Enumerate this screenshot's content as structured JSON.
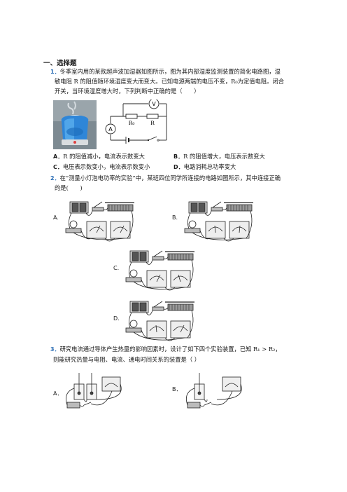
{
  "section": {
    "title": "一、选择题"
  },
  "q1": {
    "num": "1．",
    "line1": "冬季室内用的某款超声波加湿器如图所示，图为其内部湿度监测装置的简化电路图，湿",
    "line2": "敏电阻 R 的阻值随环境湿度变大而变大。已知电源两端的电压不变，R₀为定值电阻。闭合",
    "line3": "开关，当环境湿度增大时，下列判断中正确的是（　　）",
    "circuit": {
      "voltmeter": "V",
      "ammeter": "A",
      "r0": "R₀",
      "r": "R"
    },
    "optA_label": "A．",
    "optA": "R 的阻值减小，电流表示数变大",
    "optB_label": "B．",
    "optB": "R 的阻值增大，电压表示数变大",
    "optC_label": "C．",
    "optC": "电压表示数变小，电流表示数变小",
    "optD_label": "D．",
    "optD": "电路消耗总功率变大"
  },
  "q2": {
    "num": "2．",
    "line1": "在“测量小灯泡电功率的实验”中，某班四位同学所连接的电路如图所示，其中连接正确",
    "line2": "的是(　　)",
    "labelA": "A.",
    "labelB": "B.",
    "labelC": "C.",
    "labelD": "D."
  },
  "q3": {
    "num": "3．",
    "line1": "研究电流通过导体产生热量的影响因素时，设计了如下四个实验装置，已知 R₁ > R₂，",
    "line2": "则能研究热量与电阻、电流、通电时间关系的装置是（ ）",
    "labelA": "A．",
    "labelB": "B．"
  }
}
